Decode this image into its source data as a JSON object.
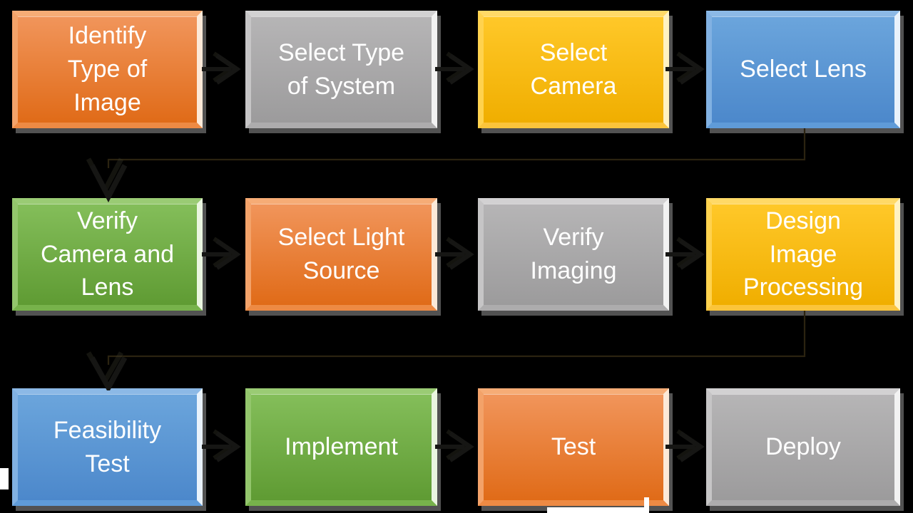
{
  "canvas": {
    "background": "#000000",
    "text_color": "#FFFFFF"
  },
  "themes": {
    "orange": {
      "face_top": "#F1955B",
      "face_bottom": "#E06B18",
      "bevel_top": "#F6AC76",
      "bevel_left": "#F3A269",
      "bevel_right": "#FCE9D8",
      "bevel_bottom": "#ED8A44"
    },
    "gray": {
      "face_top": "#B6B5B6",
      "face_bottom": "#9C9B9C",
      "bevel_top": "#D2D1D2",
      "bevel_left": "#C6C5C6",
      "bevel_right": "#F2F2F2",
      "bevel_bottom": "#ADACAD"
    },
    "yellow": {
      "face_top": "#FFC829",
      "face_bottom": "#F0AE00",
      "bevel_top": "#FFD967",
      "bevel_left": "#FFD24E",
      "bevel_right": "#FFF2C2",
      "bevel_bottom": "#FBC43B"
    },
    "blue": {
      "face_top": "#6BA5DC",
      "face_bottom": "#4C88CB",
      "bevel_top": "#8CB9E6",
      "bevel_left": "#81B1E2",
      "bevel_right": "#E9F2FB",
      "bevel_bottom": "#5F9BD8"
    },
    "green": {
      "face_top": "#84BE5A",
      "face_bottom": "#5F9B33",
      "bevel_top": "#9ACB74",
      "bevel_left": "#93C66C",
      "bevel_right": "#EAF5E0",
      "bevel_bottom": "#77B24B"
    }
  },
  "connectors": {
    "arrow_color": "#161614",
    "arrow_ghost_color": "#3A382A",
    "line_color": "#2B2310"
  },
  "flow": {
    "rows": [
      {
        "nodes": [
          {
            "label": "Identify\nType of\nImage",
            "theme": "orange"
          },
          {
            "label": "Select Type\nof System",
            "theme": "gray"
          },
          {
            "label": "Select\nCamera",
            "theme": "yellow"
          },
          {
            "label": "Select Lens",
            "theme": "blue"
          }
        ]
      },
      {
        "nodes": [
          {
            "label": "Verify\nCamera and\nLens",
            "theme": "green"
          },
          {
            "label": "Select Light\nSource",
            "theme": "orange"
          },
          {
            "label": "Verify\nImaging",
            "theme": "gray"
          },
          {
            "label": "Design\nImage\nProcessing",
            "theme": "yellow"
          }
        ]
      },
      {
        "nodes": [
          {
            "label": "Feasibility\nTest",
            "theme": "blue"
          },
          {
            "label": "Implement",
            "theme": "green"
          },
          {
            "label": "Test",
            "theme": "orange"
          },
          {
            "label": "Deploy",
            "theme": "gray"
          }
        ]
      }
    ]
  }
}
